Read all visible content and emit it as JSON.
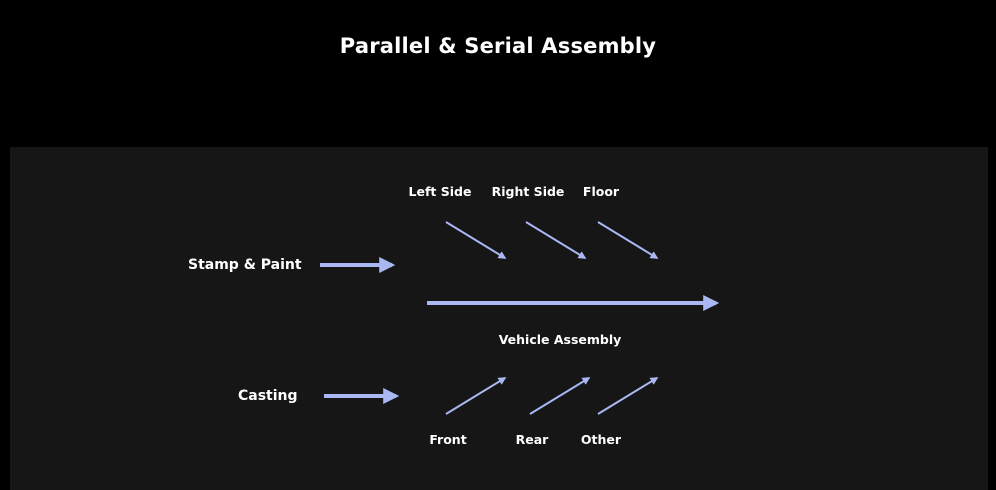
{
  "title": "Parallel & Serial Assembly",
  "colors": {
    "background": "#000000",
    "panel": "#161616",
    "arrow": "#a9b7f2",
    "text": "#ffffff"
  },
  "diagram": {
    "inputs": {
      "stamp_paint": "Stamp & Paint",
      "casting": "Casting"
    },
    "upper_feeds": [
      "Left Side",
      "Right Side",
      "Floor"
    ],
    "lower_feeds": [
      "Front",
      "Rear",
      "Other"
    ],
    "main_line": "Vehicle Assembly"
  }
}
